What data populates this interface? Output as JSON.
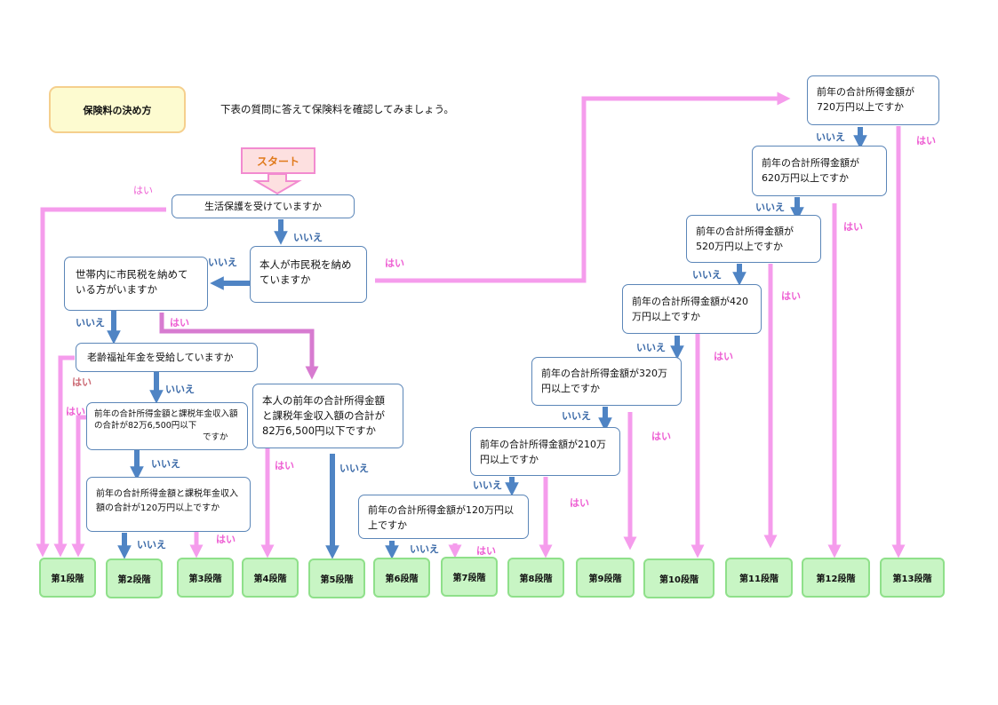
{
  "header": {
    "title": "保険料の決め方",
    "intro": "下表の質問に答えて保険料を確認してみましょう。",
    "start": "スタート"
  },
  "questions": {
    "welfare": "生活保護を受けていますか",
    "self_tax": "本人が市民税を納めていますか",
    "household_tax": "世帯内に市民税を納めている方がいますか",
    "pension": "老齢福祉年金を受給していますか",
    "income_a_line1": "前年の合計所得金額と課税年金収入額の合計が82万6,500円以下",
    "income_a_line2": "ですか",
    "income_b": "前年の合計所得金額と課税年金収入額の合計が120万円以上ですか",
    "income_self": "本人の前年の合計所得金額と課税年金収入額の合計が 82万6,500円以下ですか",
    "q120": "前年の合計所得金額が120万円以上ですか",
    "q210": "前年の合計所得金額が210万円以上ですか",
    "q320": "前年の合計所得金額が320万円以上ですか",
    "q420": "前年の合計所得金額が420万円以上ですか",
    "q520": "前年の合計所得金額が520万円以上ですか",
    "q620": "前年の合計所得金額が620万円以上ですか",
    "q720": "前年の合計所得金額が720万円以上ですか"
  },
  "answers": {
    "yes": "はい",
    "no": "いいえ"
  },
  "stages": [
    "第1段階",
    "第2段階",
    "第3段階",
    "第4段階",
    "第5段階",
    "第6段階",
    "第7段階",
    "第8段階",
    "第9段階",
    "第10段階",
    "第11段階",
    "第12段階",
    "第13段階"
  ],
  "colors": {
    "no_arrow": "#4f84c4",
    "yes_arrow": "#f59cec",
    "yes_arrow_dark": "#d77bd0",
    "box_border": "#5b86b8",
    "stage_fill": "#c8f5c4",
    "stage_border": "#8fe08a"
  }
}
